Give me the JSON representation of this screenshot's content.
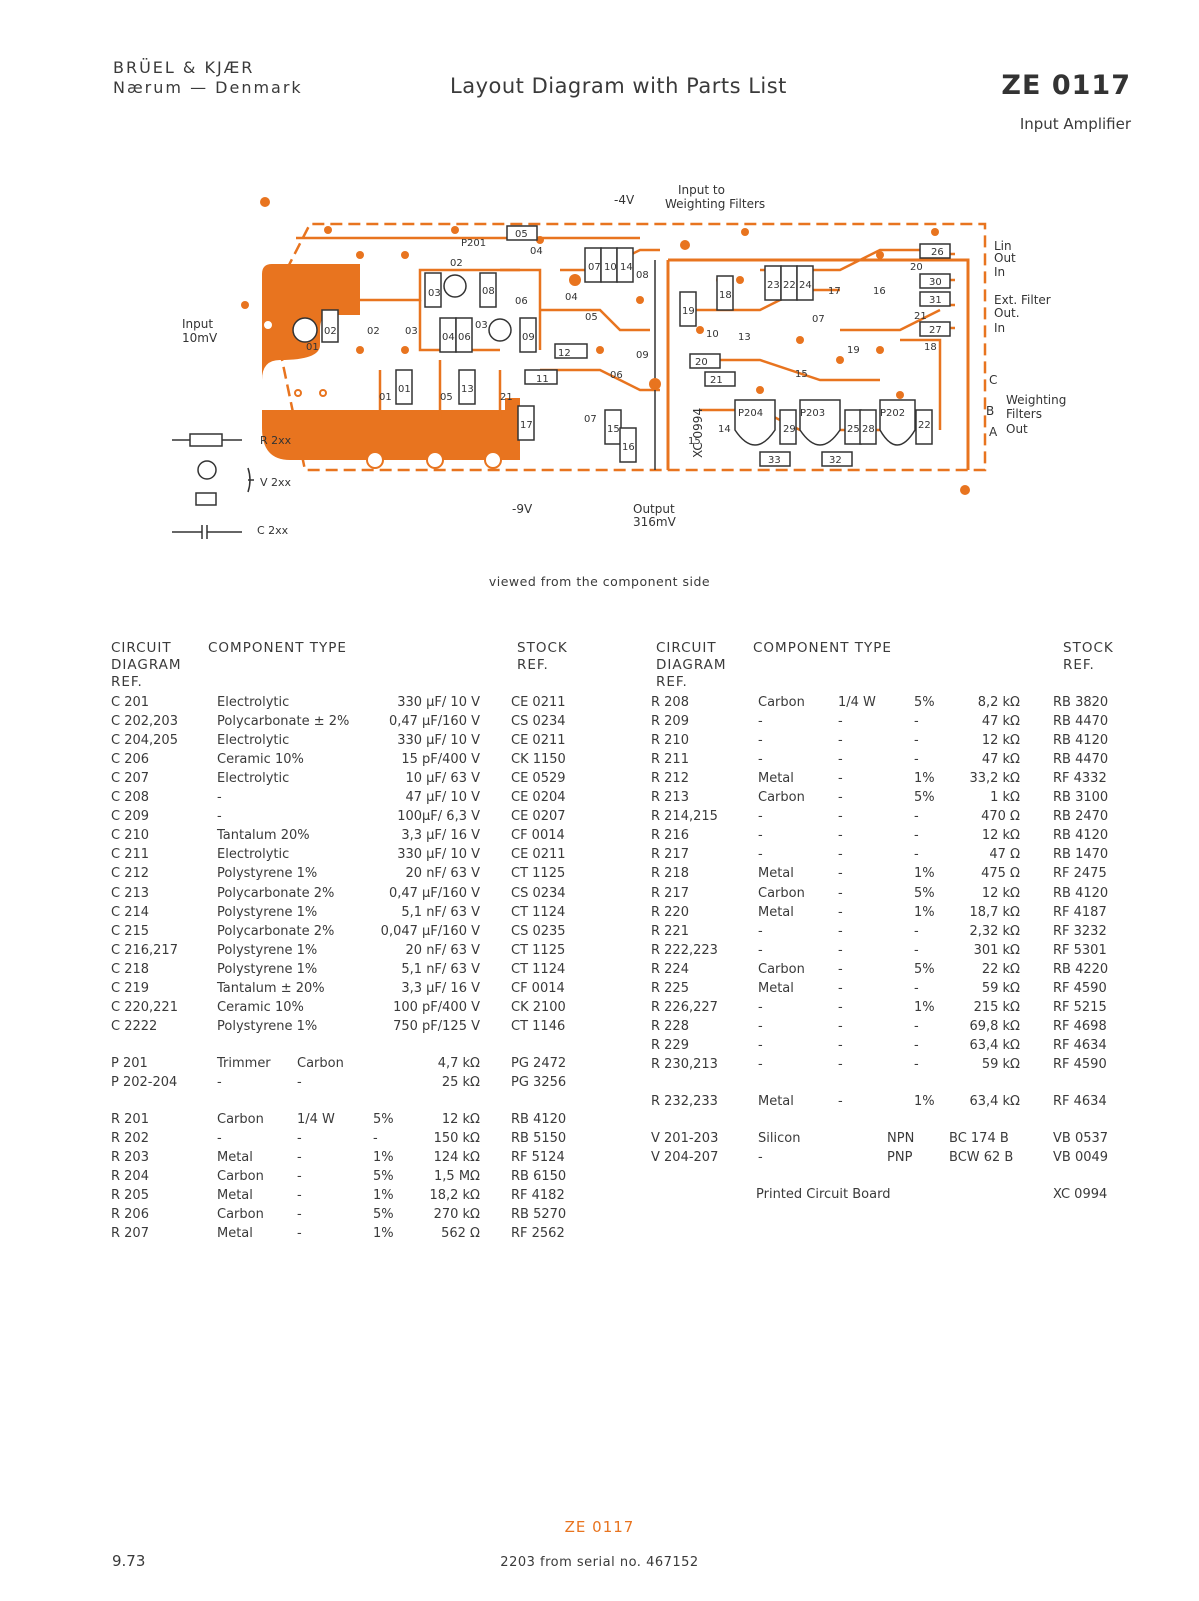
{
  "header": {
    "company": "BRÜEL & KJÆR",
    "location": "Nærum — Denmark",
    "title": "Layout Diagram with Parts List",
    "code": "ZE 0117",
    "subtitle": "Input Amplifier"
  },
  "diagram": {
    "labels": {
      "input": "Input",
      "input_level": "10mV",
      "minus4v": "-4V",
      "input_to": "Input to",
      "weighting_filters": "Weighting Filters",
      "lin": "Lin",
      "out": "Out",
      "in": "In",
      "ext_filter": "Ext. Filter",
      "out2": "Out.",
      "in2": "In",
      "weighting": "Weighting",
      "filters": "Filters",
      "out3": "Out",
      "A": "A",
      "B": "B",
      "C": "C",
      "minus9v": "-9V",
      "output": "Output",
      "output_level": "316mV",
      "legend_r": "R 2xx",
      "legend_v": "V 2xx",
      "legend_c": "C 2xx",
      "board_code": "XC 0994"
    },
    "component_labels": [
      "05",
      "P201",
      "04",
      "02",
      "03",
      "08",
      "06",
      "03",
      "02",
      "03",
      "04",
      "06",
      "09",
      "07",
      "10",
      "14",
      "08",
      "12",
      "05",
      "11",
      "01",
      "05",
      "13",
      "21",
      "17",
      "09",
      "15",
      "16",
      "06",
      "07",
      "19",
      "18",
      "10",
      "13",
      "20",
      "21",
      "15",
      "11",
      "23",
      "22",
      "24",
      "17",
      "07",
      "16",
      "19",
      "26",
      "20",
      "30",
      "31",
      "21",
      "27",
      "18",
      "P204",
      "29",
      "P203",
      "25",
      "28",
      "P202",
      "22",
      "33",
      "32",
      "01",
      "02",
      "01",
      "14",
      "04"
    ],
    "viewed_from": "viewed from the component side"
  },
  "table_headers": {
    "circuit": "CIRCUIT",
    "diagram": "DIAGRAM",
    "ref": "REF.",
    "component_type": "COMPONENT TYPE",
    "stock": "STOCK",
    "stock_ref": "REF."
  },
  "left_parts": [
    {
      "ref": "C 201",
      "type": "Electrolytic",
      "col3": "",
      "col4": "",
      "value": "330 µF/ 10 V",
      "stock": "CE 0211"
    },
    {
      "ref": "C 202,203",
      "type": "Polycarbonate ± 2%",
      "col3": "",
      "col4": "",
      "value": "0,47 µF/160 V",
      "stock": "CS 0234"
    },
    {
      "ref": "C 204,205",
      "type": "Electrolytic",
      "col3": "",
      "col4": "",
      "value": "330 µF/ 10 V",
      "stock": "CE 0211"
    },
    {
      "ref": "C 206",
      "type": "Ceramic 10%",
      "col3": "",
      "col4": "",
      "value": "15 pF/400 V",
      "stock": "CK 1150"
    },
    {
      "ref": "C 207",
      "type": "Electrolytic",
      "col3": "",
      "col4": "",
      "value": "10 µF/ 63 V",
      "stock": "CE 0529"
    },
    {
      "ref": "C 208",
      "type": "-",
      "col3": "",
      "col4": "",
      "value": "47 µF/ 10 V",
      "stock": "CE 0204"
    },
    {
      "ref": "C 209",
      "type": "-",
      "col3": "",
      "col4": "",
      "value": "100µF/ 6,3 V",
      "stock": "CE 0207"
    },
    {
      "ref": "C 210",
      "type": "Tantalum 20%",
      "col3": "",
      "col4": "",
      "value": "3,3 µF/ 16 V",
      "stock": "CF 0014"
    },
    {
      "ref": "C 211",
      "type": "Electrolytic",
      "col3": "",
      "col4": "",
      "value": "330 µF/ 10 V",
      "stock": "CE 0211"
    },
    {
      "ref": "C 212",
      "type": "Polystyrene 1%",
      "col3": "",
      "col4": "",
      "value": "20 nF/ 63 V",
      "stock": "CT 1125"
    },
    {
      "ref": "C 213",
      "type": "Polycarbonate 2%",
      "col3": "",
      "col4": "",
      "value": "0,47 µF/160 V",
      "stock": "CS 0234"
    },
    {
      "ref": "C 214",
      "type": "Polystyrene 1%",
      "col3": "",
      "col4": "",
      "value": "5,1 nF/ 63 V",
      "stock": "CT 1124"
    },
    {
      "ref": "C 215",
      "type": "Polycarbonate 2%",
      "col3": "",
      "col4": "",
      "value": "0,047 µF/160 V",
      "stock": "CS 0235"
    },
    {
      "ref": "C 216,217",
      "type": "Polystyrene 1%",
      "col3": "",
      "col4": "",
      "value": "20 nF/ 63 V",
      "stock": "CT 1125"
    },
    {
      "ref": "C 218",
      "type": "Polystyrene 1%",
      "col3": "",
      "col4": "",
      "value": "5,1 nF/ 63 V",
      "stock": "CT 1124"
    },
    {
      "ref": "C 219",
      "type": "Tantalum ± 20%",
      "col3": "",
      "col4": "",
      "value": "3,3 µF/ 16 V",
      "stock": "CF 0014"
    },
    {
      "ref": "C 220,221",
      "type": "Ceramic 10%",
      "col3": "",
      "col4": "",
      "value": "100 pF/400 V",
      "stock": "CK 2100"
    },
    {
      "ref": "C 2222",
      "type": "Polystyrene 1%",
      "col3": "",
      "col4": "",
      "value": "750 pF/125 V",
      "stock": "CT 1146"
    },
    {
      "ref": "P 201",
      "type": "Trimmer",
      "col3": "Carbon",
      "col4": "",
      "value": "4,7 kΩ",
      "stock": "PG 2472",
      "gap": true
    },
    {
      "ref": "P 202-204",
      "type": "-",
      "col3": "-",
      "col4": "",
      "value": "25 kΩ",
      "stock": "PG 3256"
    },
    {
      "ref": "R 201",
      "type": "Carbon",
      "col3": "1/4 W",
      "col4": "5%",
      "value": "12 kΩ",
      "stock": "RB 4120",
      "gap": true
    },
    {
      "ref": "R 202",
      "type": "-",
      "col3": "-",
      "col4": "-",
      "value": "150 kΩ",
      "stock": "RB 5150"
    },
    {
      "ref": "R 203",
      "type": "Metal",
      "col3": "-",
      "col4": "1%",
      "value": "124 kΩ",
      "stock": "RF 5124"
    },
    {
      "ref": "R 204",
      "type": "Carbon",
      "col3": "-",
      "col4": "5%",
      "value": "1,5 MΩ",
      "stock": "RB 6150"
    },
    {
      "ref": "R 205",
      "type": "Metal",
      "col3": "-",
      "col4": "1%",
      "value": "18,2 kΩ",
      "stock": "RF 4182"
    },
    {
      "ref": "R 206",
      "type": "Carbon",
      "col3": "-",
      "col4": "5%",
      "value": "270 kΩ",
      "stock": "RB 5270"
    },
    {
      "ref": "R 207",
      "type": "Metal",
      "col3": "-",
      "col4": "1%",
      "value": "562 Ω",
      "stock": "RF 2562"
    }
  ],
  "right_parts": [
    {
      "ref": "R 208",
      "type": "Carbon",
      "col3": "1/4 W",
      "col4": "5%",
      "value": "8,2 kΩ",
      "stock": "RB 3820"
    },
    {
      "ref": "R 209",
      "type": "-",
      "col3": "-",
      "col4": "-",
      "value": "47 kΩ",
      "stock": "RB 4470"
    },
    {
      "ref": "R 210",
      "type": "-",
      "col3": "-",
      "col4": "-",
      "value": "12 kΩ",
      "stock": "RB 4120"
    },
    {
      "ref": "R 211",
      "type": "-",
      "col3": "-",
      "col4": "-",
      "value": "47 kΩ",
      "stock": "RB 4470"
    },
    {
      "ref": "R 212",
      "type": "Metal",
      "col3": "-",
      "col4": "1%",
      "value": "33,2 kΩ",
      "stock": "RF 4332"
    },
    {
      "ref": "R 213",
      "type": "Carbon",
      "col3": "-",
      "col4": "5%",
      "value": "1 kΩ",
      "stock": "RB 3100"
    },
    {
      "ref": "R 214,215",
      "type": "-",
      "col3": "-",
      "col4": "-",
      "value": "470 Ω",
      "stock": "RB 2470"
    },
    {
      "ref": "R 216",
      "type": "-",
      "col3": "-",
      "col4": "-",
      "value": "12 kΩ",
      "stock": "RB 4120"
    },
    {
      "ref": "R 217",
      "type": "-",
      "col3": "-",
      "col4": "-",
      "value": "47 Ω",
      "stock": "RB 1470"
    },
    {
      "ref": "R 218",
      "type": "Metal",
      "col3": "-",
      "col4": "1%",
      "value": "475 Ω",
      "stock": "RF 2475"
    },
    {
      "ref": "R 217",
      "type": "Carbon",
      "col3": "-",
      "col4": "5%",
      "value": "12 kΩ",
      "stock": "RB 4120"
    },
    {
      "ref": "R 220",
      "type": "Metal",
      "col3": "-",
      "col4": "1%",
      "value": "18,7 kΩ",
      "stock": "RF 4187"
    },
    {
      "ref": "R 221",
      "type": "-",
      "col3": "-",
      "col4": "-",
      "value": "2,32 kΩ",
      "stock": "RF 3232"
    },
    {
      "ref": "R 222,223",
      "type": "-",
      "col3": "-",
      "col4": "-",
      "value": "301 kΩ",
      "stock": "RF 5301"
    },
    {
      "ref": "R 224",
      "type": "Carbon",
      "col3": "-",
      "col4": "5%",
      "value": "22 kΩ",
      "stock": "RB 4220"
    },
    {
      "ref": "R 225",
      "type": "Metal",
      "col3": "-",
      "col4": "-",
      "value": "59 kΩ",
      "stock": "RF 4590"
    },
    {
      "ref": "R 226,227",
      "type": "-",
      "col3": "-",
      "col4": "1%",
      "value": "215 kΩ",
      "stock": "RF 5215"
    },
    {
      "ref": "R 228",
      "type": "-",
      "col3": "-",
      "col4": "-",
      "value": "69,8 kΩ",
      "stock": "RF 4698"
    },
    {
      "ref": "R 229",
      "type": "-",
      "col3": "-",
      "col4": "-",
      "value": "63,4 kΩ",
      "stock": "RF 4634"
    },
    {
      "ref": "R 230,213",
      "type": "-",
      "col3": "-",
      "col4": "-",
      "value": "59 kΩ",
      "stock": "RF 4590"
    },
    {
      "ref": "R 232,233",
      "type": "Metal",
      "col3": "-",
      "col4": "1%",
      "value": "63,4 kΩ",
      "stock": "RF 4634",
      "gap": true
    },
    {
      "ref": "V 201-203",
      "type": "Silicon",
      "col3": "NPN",
      "col4": "",
      "value": "BC 174 B",
      "stock": "VB 0537",
      "gap": true,
      "semi": true
    },
    {
      "ref": "V 204-207",
      "type": "-",
      "col3": "PNP",
      "col4": "",
      "value": "BCW 62 B",
      "stock": "VB 0049",
      "semi": true
    },
    {
      "ref": "",
      "type": "Printed Circuit Board",
      "col3": "",
      "col4": "",
      "value": "",
      "stock": "XC 0994",
      "gap": true,
      "pcb": true
    }
  ],
  "footer": {
    "code": "ZE 0117",
    "date": "9.73",
    "serial": "2203 from serial no. 467152"
  },
  "colors": {
    "trace": "#e8741f",
    "text": "#3a3a3a"
  }
}
